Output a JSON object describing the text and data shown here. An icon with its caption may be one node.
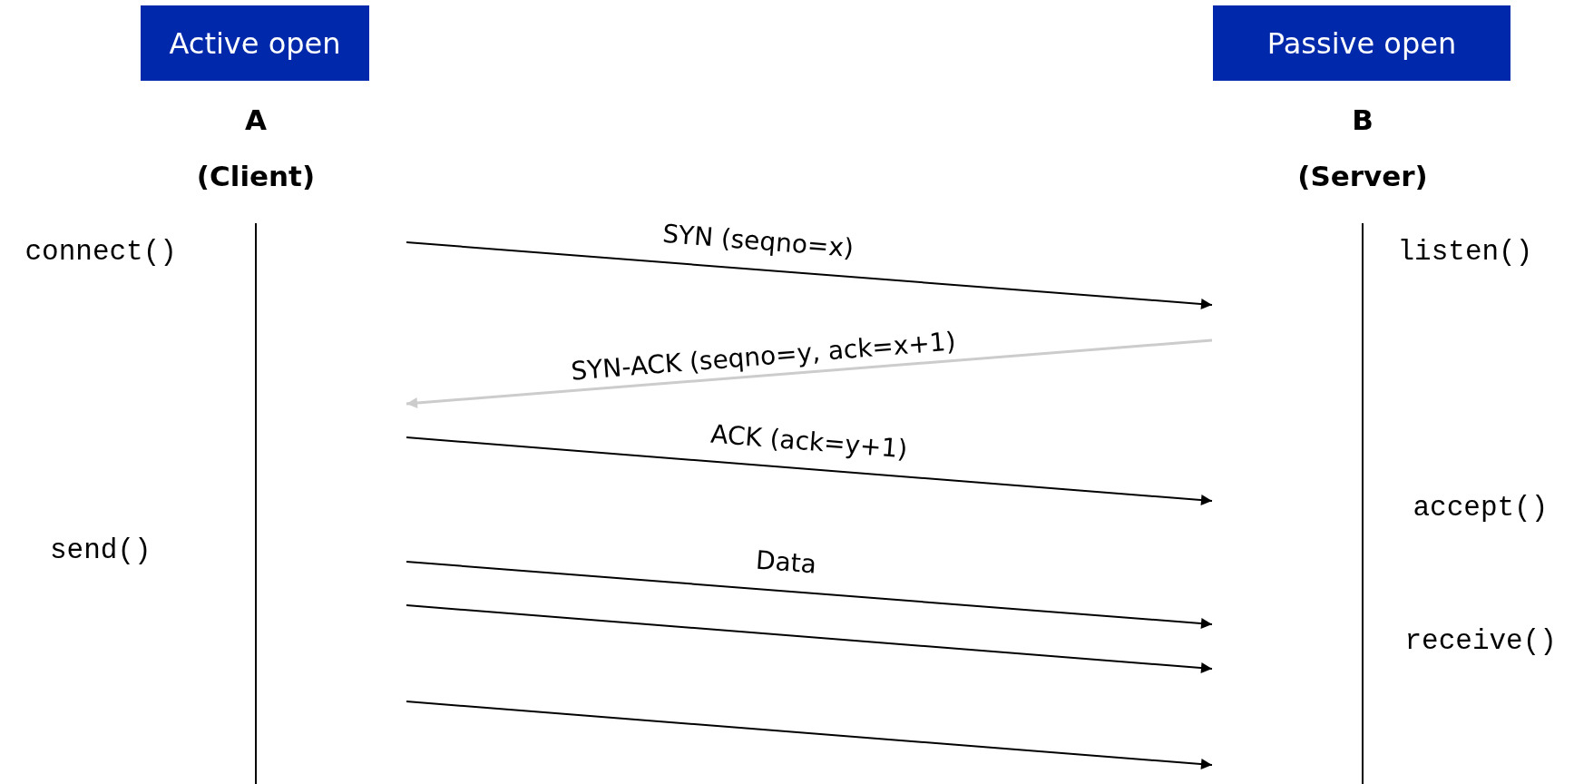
{
  "diagram": {
    "nodes": [
      {
        "text": [
          "Active open"
        ]
      },
      {
        "text": [
          "Passive open"
        ]
      },
      {
        "text": [
          "A",
          "(Client)"
        ]
      },
      {
        "text": [
          "B",
          "(Server)"
        ]
      }
    ],
    "edges": [
      {
        "from": 2,
        "to": 3,
        "arrow": "to",
        "label": "SYN (seqno=x)"
      },
      {
        "from": 3,
        "to": 2,
        "arrow": "to",
        "label": "SYN-ACK (seqno=y, ack=x+1)",
        "color": "#cccccc"
      },
      {
        "from": 2,
        "to": 3,
        "arrow": "to",
        "label": "ACK (ack=y+1)"
      },
      {
        "from": 2,
        "to": 3,
        "arrow": "to",
        "label": "Data"
      },
      {
        "from": 2,
        "to": 3,
        "arrow": "to"
      },
      {
        "from": 2,
        "to": 3,
        "arrow": "to"
      }
    ],
    "labels": [
      "connect()",
      "listen()",
      "accept()",
      "send()",
      "receive()"
    ]
  }
}
